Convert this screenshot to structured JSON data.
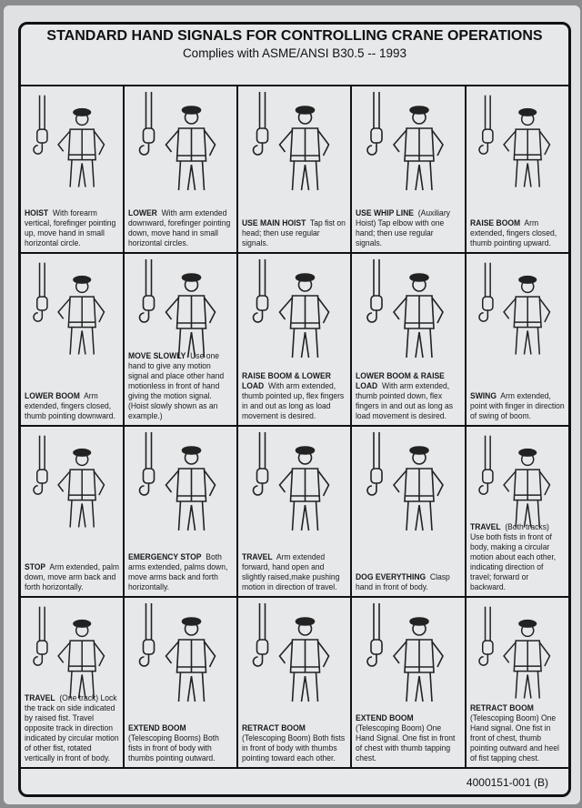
{
  "header": {
    "title": "STANDARD HAND SIGNALS FOR CONTROLLING CRANE OPERATIONS",
    "subtitle": "Complies with ASME/ANSI B30.5 -- 1993"
  },
  "signals": [
    {
      "name": "HOIST",
      "text": "With forearm vertical, forefinger pointing up, move hand in small horizontal circle."
    },
    {
      "name": "LOWER",
      "text": "With arm extended downward, forefinger pointing down, move hand in small horizontal circles."
    },
    {
      "name": "USE MAIN HOIST",
      "text": "Tap fist on head; then use regular signals."
    },
    {
      "name": "USE WHIP LINE",
      "text": "(Auxiliary Hoist) Tap elbow with one hand; then use regular signals."
    },
    {
      "name": "RAISE BOOM",
      "text": "Arm extended, fingers closed, thumb pointing upward."
    },
    {
      "name": "LOWER BOOM",
      "text": "Arm extended, fingers closed, thumb pointing downward."
    },
    {
      "name": "MOVE SLOWLY",
      "text": "Use one hand to give any motion signal and place other hand motionless in front of hand giving the motion signal. (Hoist slowly shown as an example.)"
    },
    {
      "name": "RAISE BOOM & LOWER LOAD",
      "text": "With arm extended, thumb pointed up, flex fingers in and out as long as load movement is desired."
    },
    {
      "name": "LOWER BOOM & RAISE LOAD",
      "text": "With arm extended, thumb pointed down, flex fingers in and out as long as load movement is desired."
    },
    {
      "name": "SWING",
      "text": "Arm extended, point with finger in direction of swing of boom."
    },
    {
      "name": "STOP",
      "text": "Arm extended, palm down, move arm back and forth horizontally."
    },
    {
      "name": "EMERGENCY STOP",
      "text": "Both arms extended, palms down, move arms back and forth horizontally."
    },
    {
      "name": "TRAVEL",
      "text": "Arm extended forward, hand open and slightly raised,make pushing motion in direction of travel."
    },
    {
      "name": "DOG EVERYTHING",
      "text": "Clasp hand in front of body."
    },
    {
      "name": "TRAVEL",
      "text": "(Both tracks) Use both fists in front of body, making a circular motion about each other, indicating direction of travel; forward or backward."
    },
    {
      "name": "TRAVEL",
      "text": "(One track) Lock the track on side indicated by raised fist. Travel opposite track in direction indicated by circular motion of other fist, rotated vertically in front of body."
    },
    {
      "name": "EXTEND BOOM",
      "text": "(Telescoping Booms) Both fists in front of body with thumbs pointing outward."
    },
    {
      "name": "RETRACT BOOM",
      "text": "(Telescoping Boom) Both fists in front of body with thumbs pointing toward each other."
    },
    {
      "name": "EXTEND BOOM",
      "text": "(Telescoping Boom) One Hand Signal. One fist in front of chest with thumb tapping chest."
    },
    {
      "name": "RETRACT BOOM",
      "text": "(Telescoping Boom) One Hand signal. One fist in front of chest, thumb pointing outward and heel of fist tapping chest."
    }
  ],
  "footer": {
    "part_number": "4000151-001 (B)"
  }
}
